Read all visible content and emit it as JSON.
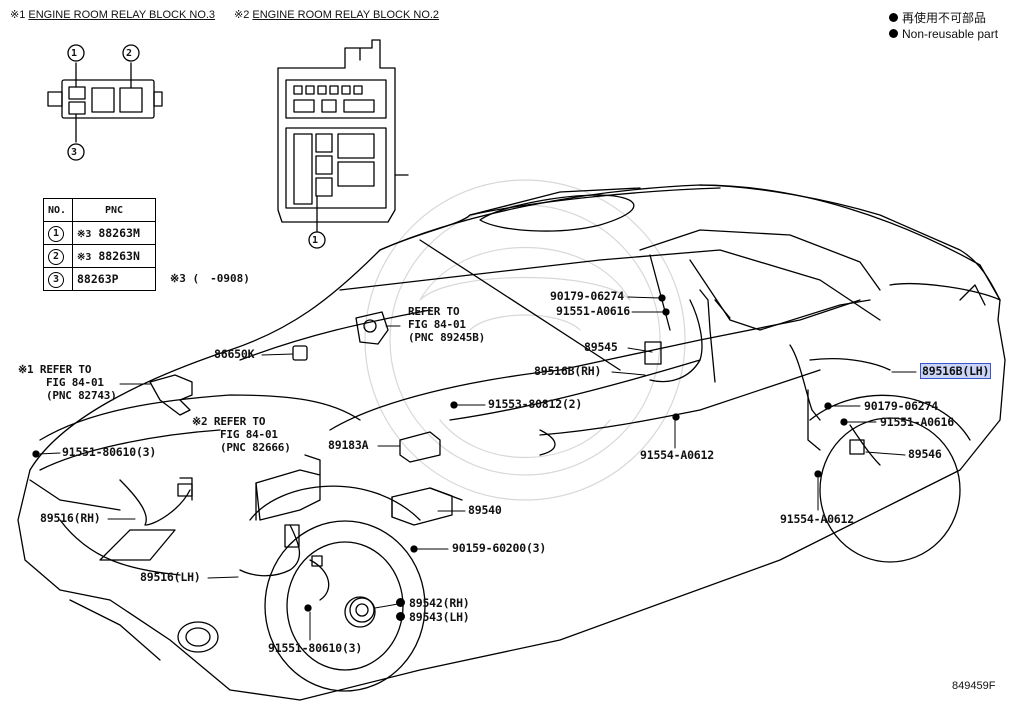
{
  "header": {
    "block3_mark": "※1",
    "block3_title": "ENGINE ROOM RELAY BLOCK NO.3",
    "block2_mark": "※2",
    "block2_title": "ENGINE ROOM RELAY BLOCK NO.2"
  },
  "legend": {
    "line1": "再使用不可部品",
    "line2": "Non-reusable part"
  },
  "relay_markers": [
    "1",
    "2",
    "3",
    "1"
  ],
  "table": {
    "col_no": "NO.",
    "col_pnc": "PNC",
    "rows": [
      {
        "no": "1",
        "note": "※3",
        "pnc": "88263M"
      },
      {
        "no": "2",
        "note": "※3",
        "pnc": "88263N"
      },
      {
        "no": "3",
        "note": "",
        "pnc": "88263P"
      }
    ]
  },
  "note3": "※3 (　-0908)",
  "refs": {
    "ref_89245B": {
      "l1": "REFER TO",
      "l2": "FIG 84-01",
      "l3": "(PNC 89245B)"
    },
    "ref_82743": {
      "mark": "※1",
      "l1": "REFER TO",
      "l2": "FIG 84-01",
      "l3": "(PNC 82743)"
    },
    "ref_82666": {
      "mark": "※2",
      "l1": "REFER TO",
      "l2": "FIG 84-01",
      "l3": "(PNC 82666)"
    }
  },
  "parts": {
    "p90179_top": "90179-06274",
    "p91551_A0616_top": "91551-A0616",
    "p89545": "89545",
    "p89516B_RH": "89516B(RH)",
    "p86650K": "86650K",
    "p91553": "91553-80812(2)",
    "p89183A": "89183A",
    "p91551_80610_left": "91551-80610(3)",
    "p89516_RH": "89516(RH)",
    "p91554_A0612_mid": "91554-A0612",
    "p89540": "89540",
    "p90159": "90159-60200(3)",
    "p89516_LH": "89516(LH)",
    "p89542": "89542(RH)",
    "p89543": "89543(LH)",
    "p91551_80610_bottom": "91551-80610(3)",
    "p89516B_LH": "89516B(LH)",
    "p90179_right": "90179-06274",
    "p91551_A0616_right": "91551-A0616",
    "p89546": "89546",
    "p91554_A0612_right": "91554-A0612"
  },
  "figure_code": "849459F"
}
